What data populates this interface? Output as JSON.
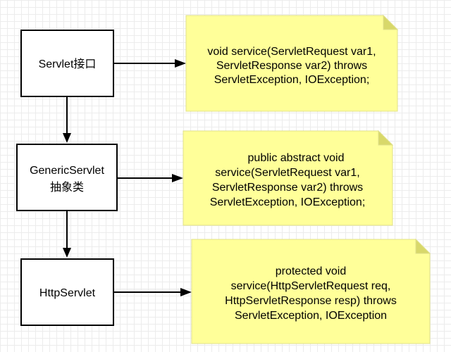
{
  "nodes": {
    "servlet": {
      "line1": "Servlet接口"
    },
    "generic": {
      "line1": "GenericServlet",
      "line2": "抽象类"
    },
    "http": {
      "line1": "HttpServlet"
    }
  },
  "notes": {
    "servlet": [
      "void service(ServletRequest var1,",
      "ServletResponse var2) throws",
      "ServletException, IOException;"
    ],
    "generic": [
      "public abstract void",
      "service(ServletRequest var1,",
      "ServletResponse var2) throws",
      "ServletException, IOException;"
    ],
    "http": [
      "protected void",
      "service(HttpServletRequest req,",
      "HttpServletResponse resp) throws",
      "ServletException, IOException"
    ]
  },
  "colors": {
    "note_fill": "#ffff99",
    "note_fold": "#d8d86a",
    "grid": "#ececec",
    "stroke": "#000000"
  }
}
